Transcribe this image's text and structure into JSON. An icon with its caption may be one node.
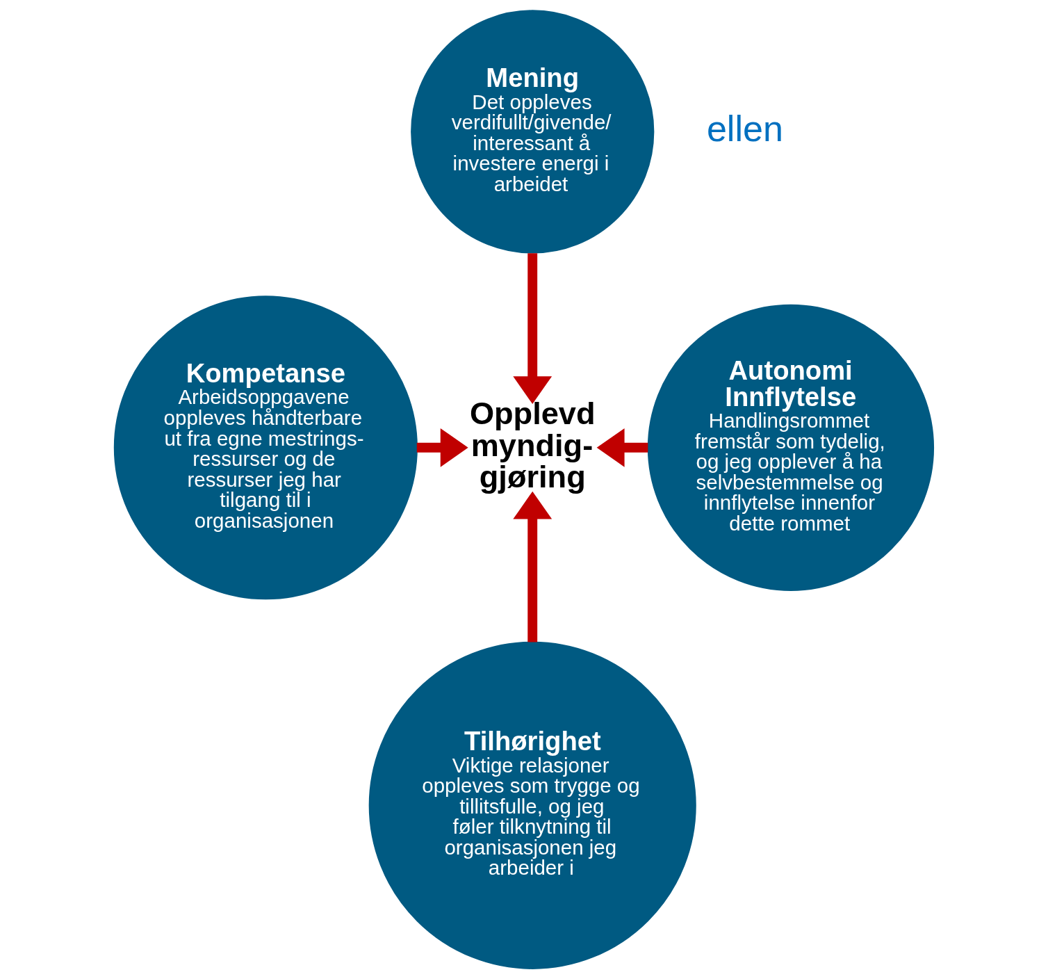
{
  "diagram": {
    "nodes": [
      {
        "text": [
          "Mening",
          "Det oppleves verdifullt/givende/ interessant å investere energi i arbeidet"
        ]
      },
      {
        "text": [
          "Kompetanse",
          "Arbeidsoppgavene oppleves håndterbare ut fra egne mestrings- ressurser og de ressurser jeg har tilgang til i organisasjonen"
        ]
      },
      {
        "text": [
          "Opplevd myndig- gjøring"
        ]
      },
      {
        "text": [
          "Autonomi Innflytelse",
          "Handlingsrommet fremstår som tydelig, og jeg opplever å ha selvbestemmelse og innflytelse innenfor dette rommet"
        ]
      },
      {
        "text": [
          "Tilhørighet",
          "Viktige relasjoner oppleves som trygge og tillitsfulle, og jeg føler tilknytning til organisasjonen jeg arbeider i"
        ]
      }
    ],
    "edges": [
      {
        "from": 0,
        "to": 2,
        "arrow": "to",
        "color": "#c00000"
      },
      {
        "from": 1,
        "to": 2,
        "arrow": "to",
        "color": "#c00000"
      },
      {
        "from": 3,
        "to": 2,
        "arrow": "to",
        "color": "#c00000"
      },
      {
        "from": 4,
        "to": 2,
        "arrow": "to",
        "color": "#c00000"
      }
    ],
    "labels": [
      "ellen"
    ]
  }
}
